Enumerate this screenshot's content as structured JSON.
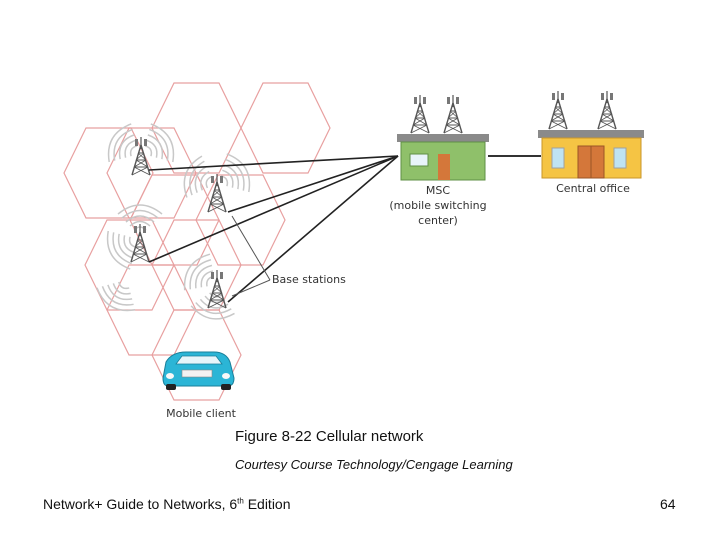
{
  "diagram": {
    "labels": {
      "msc_line1": "MSC",
      "msc_line2": "(mobile switching",
      "msc_line3": "center)",
      "central_office": "Central office",
      "base_stations": "Base stations",
      "mobile_client": "Mobile client"
    },
    "colors": {
      "hex_edge": "#e8a0a0",
      "msc_wall": "#8fc06a",
      "msc_roof": "#8a8a8a",
      "central_office_wall": "#f5c444",
      "central_office_roof": "#8a8a8a",
      "car": "#2bb5d6",
      "signal_waves": "#c8c8c8",
      "tower": "#555555"
    },
    "icons": [
      "cell-tower-icon",
      "signal-wave-icon",
      "building-icon",
      "car-icon"
    ]
  },
  "caption": {
    "title": "Figure 8-22 Cellular network",
    "credit": "Courtesy Course Technology/Cengage Learning"
  },
  "footer": {
    "book_prefix": "Network+ Guide to Networks, 6",
    "book_sup": "th",
    "book_suffix": " Edition",
    "page_number": "64"
  }
}
